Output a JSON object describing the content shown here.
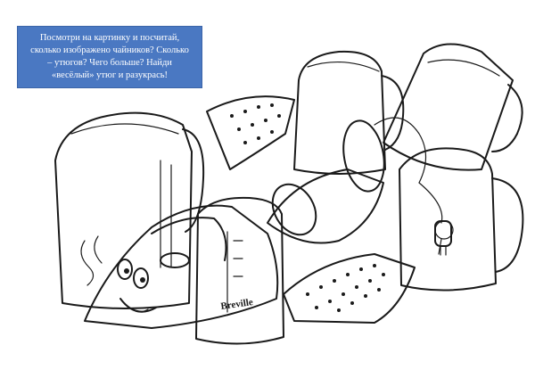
{
  "instruction": {
    "line1": "Посмотри на картинку и посчитай,",
    "line2": "сколько изображено чайников? Сколько",
    "line3": "– утюгов? Чего больше? Найди",
    "line4": "«весёлый» утюг и разукрась!"
  },
  "iron_brand": "Breville",
  "colors": {
    "box": "#4a78c2",
    "ink": "#1a1a1a",
    "text_on_box": "#ffffff"
  }
}
